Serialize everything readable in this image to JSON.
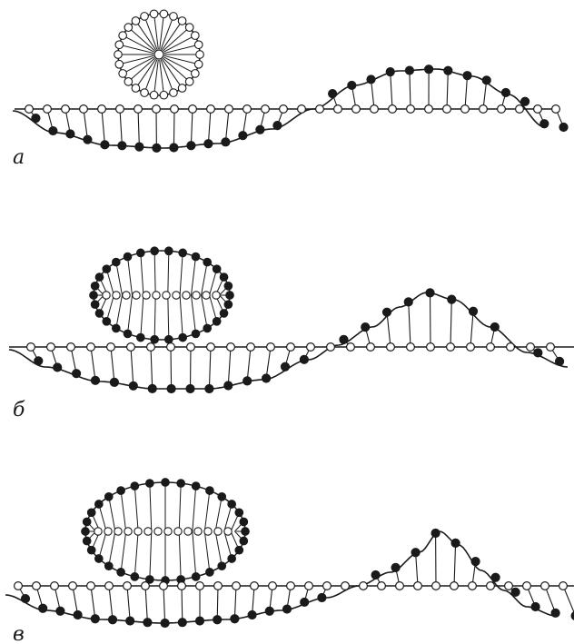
{
  "figure": {
    "ink_color": "#1a1a1a",
    "paper_color": "#ffffff",
    "panels": [
      {
        "label": "a",
        "ring_shape": "circle",
        "wave_form": "sinusoidal"
      },
      {
        "label": "б",
        "ring_shape": "ellipse",
        "wave_form": "cnoidal"
      },
      {
        "label": "в",
        "ring_shape": "ellipse",
        "wave_form": "solitary"
      }
    ]
  }
}
